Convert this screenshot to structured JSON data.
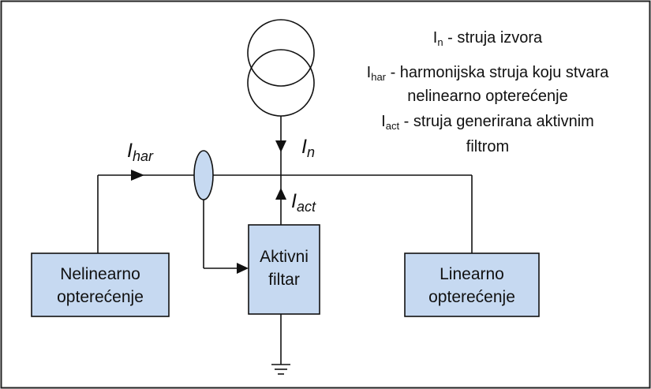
{
  "colors": {
    "box_fill": "#c6d9f1",
    "box_stroke": "#111111",
    "line": "#111111",
    "frame": "#222222",
    "sensor_fill": "#c6d9f1"
  },
  "icons": {
    "transformer": "two-overlapping-circles",
    "current_sensor": "ellipse",
    "ground": "ground-symbol",
    "flow_arrow": "filled-triangle"
  },
  "diagram": {
    "boxes": {
      "nonlinear_load": {
        "line1": "Nelinearno",
        "line2": "opterećenje"
      },
      "active_filter": {
        "line1": "Aktivni",
        "line2": "filtar"
      },
      "linear_load": {
        "line1": "Linearno",
        "line2": "opterećenje"
      }
    },
    "symbols": {
      "i_har": {
        "base": "I",
        "sub": "har"
      },
      "i_n": {
        "base": "I",
        "sub": "n"
      },
      "i_act": {
        "base": "I",
        "sub": "act"
      }
    },
    "legend": {
      "line1": {
        "sym": "I",
        "sub": "n",
        "text": " - struja izvora"
      },
      "line2": {
        "sym": "I",
        "sub": "har",
        "text": " - harmonijska struja koju stvara"
      },
      "line3": {
        "text": "nelinearno opterećenje"
      },
      "line4": {
        "sym": "I",
        "sub": "act",
        "text": " - struja generirana aktivnim"
      },
      "line5": {
        "text": "filtrom"
      }
    }
  }
}
